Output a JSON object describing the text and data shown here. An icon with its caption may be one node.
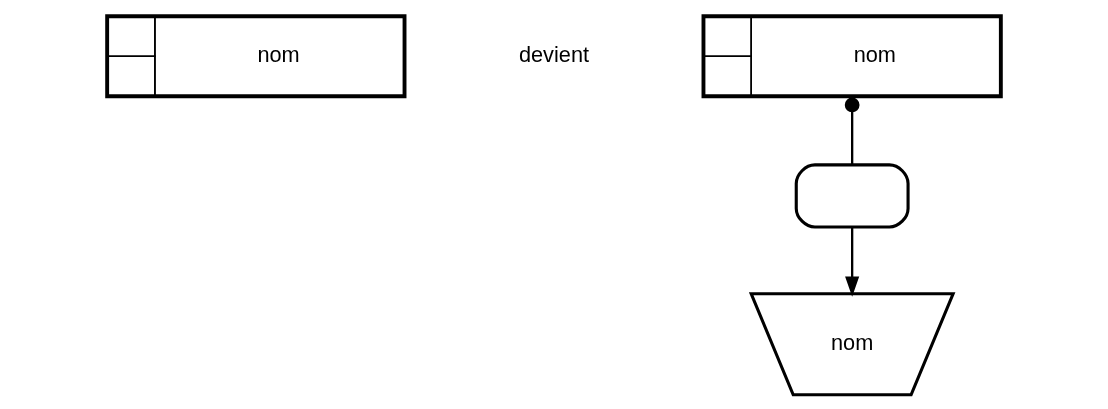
{
  "diagram": {
    "nodes": [
      {
        "text": [
          "nom"
        ]
      },
      {
        "text": [
          "nom"
        ]
      },
      {
        "text": [],
        "shape": "oval"
      },
      {
        "text": [
          "nom"
        ]
      }
    ],
    "edges": [
      {
        "from": 1,
        "to": 2,
        "arrow": "other"
      },
      {
        "from": 2,
        "to": 3,
        "arrow": "to"
      }
    ],
    "labels": [
      "devient"
    ]
  }
}
